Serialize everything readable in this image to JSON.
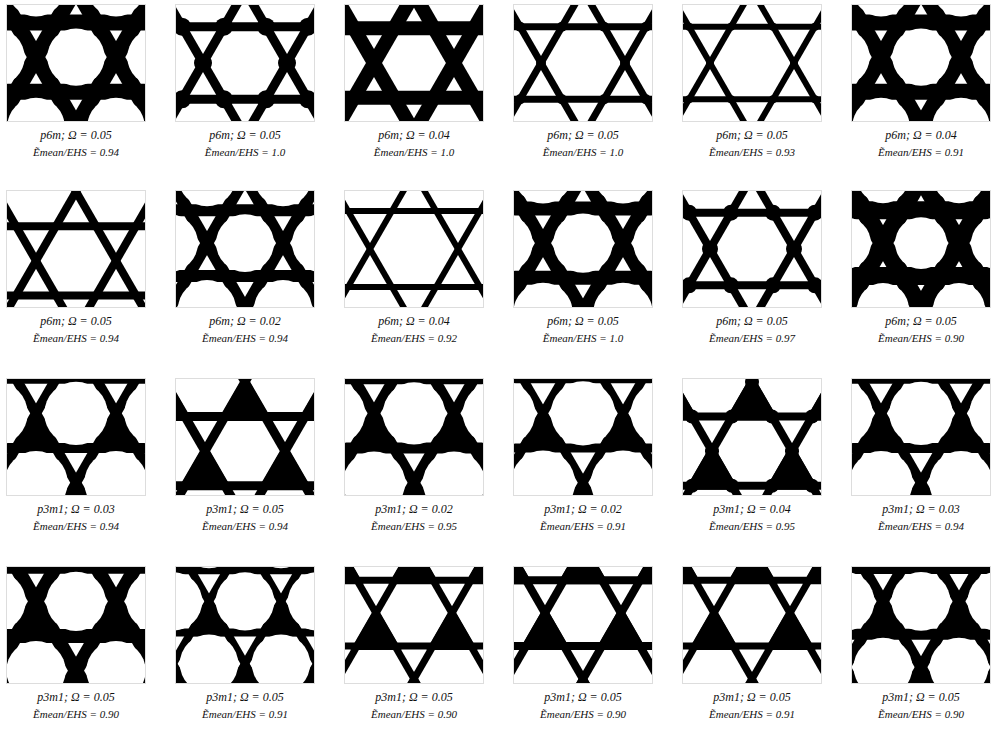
{
  "diagram": {
    "labels": [
      "p6m; Ω = 0.05",
      "Ẽmean/EHS = 0.94",
      "p6m; Ω = 0.05",
      "Ẽmean/EHS = 1.0",
      "p6m; Ω = 0.04",
      "Ẽmean/EHS = 1.0",
      "p6m; Ω = 0.05",
      "Ẽmean/EHS = 1.0",
      "p6m; Ω = 0.05",
      "Ẽmean/EHS = 0.93",
      "p6m; Ω = 0.04",
      "Ẽmean/EHS = 0.91",
      "p6m; Ω = 0.05",
      "Ẽmean/EHS = 0.94",
      "p6m; Ω = 0.02",
      "Ẽmean/EHS = 0.94",
      "p6m; Ω = 0.04",
      "Ẽmean/EHS = 0.92",
      "p6m; Ω = 0.05",
      "Ẽmean/EHS = 1.0",
      "p6m; Ω = 0.05",
      "Ẽmean/EHS = 0.97",
      "p6m; Ω = 0.05",
      "Ẽmean/EHS = 0.90",
      "p3m1; Ω = 0.03",
      "Ẽmean/EHS = 0.94",
      "p3m1; Ω = 0.05",
      "Ẽmean/EHS = 0.94",
      "p3m1; Ω = 0.02",
      "Ẽmean/EHS = 0.95",
      "p3m1; Ω = 0.02",
      "Ẽmean/EHS = 0.91",
      "p3m1; Ω = 0.04",
      "Ẽmean/EHS = 0.95",
      "p3m1; Ω = 0.03",
      "Ẽmean/EHS = 0.94",
      "p3m1; Ω = 0.05",
      "Ẽmean/EHS = 0.90",
      "p3m1; Ω = 0.05",
      "Ẽmean/EHS = 0.91",
      "p3m1; Ω = 0.05",
      "Ẽmean/EHS = 0.90",
      "p3m1; Ω = 0.05",
      "Ẽmean/EHS = 0.90",
      "p3m1; Ω = 0.05",
      "Ẽmean/EHS = 0.91",
      "p3m1; Ω = 0.05",
      "Ẽmean/EHS = 0.90"
    ]
  }
}
